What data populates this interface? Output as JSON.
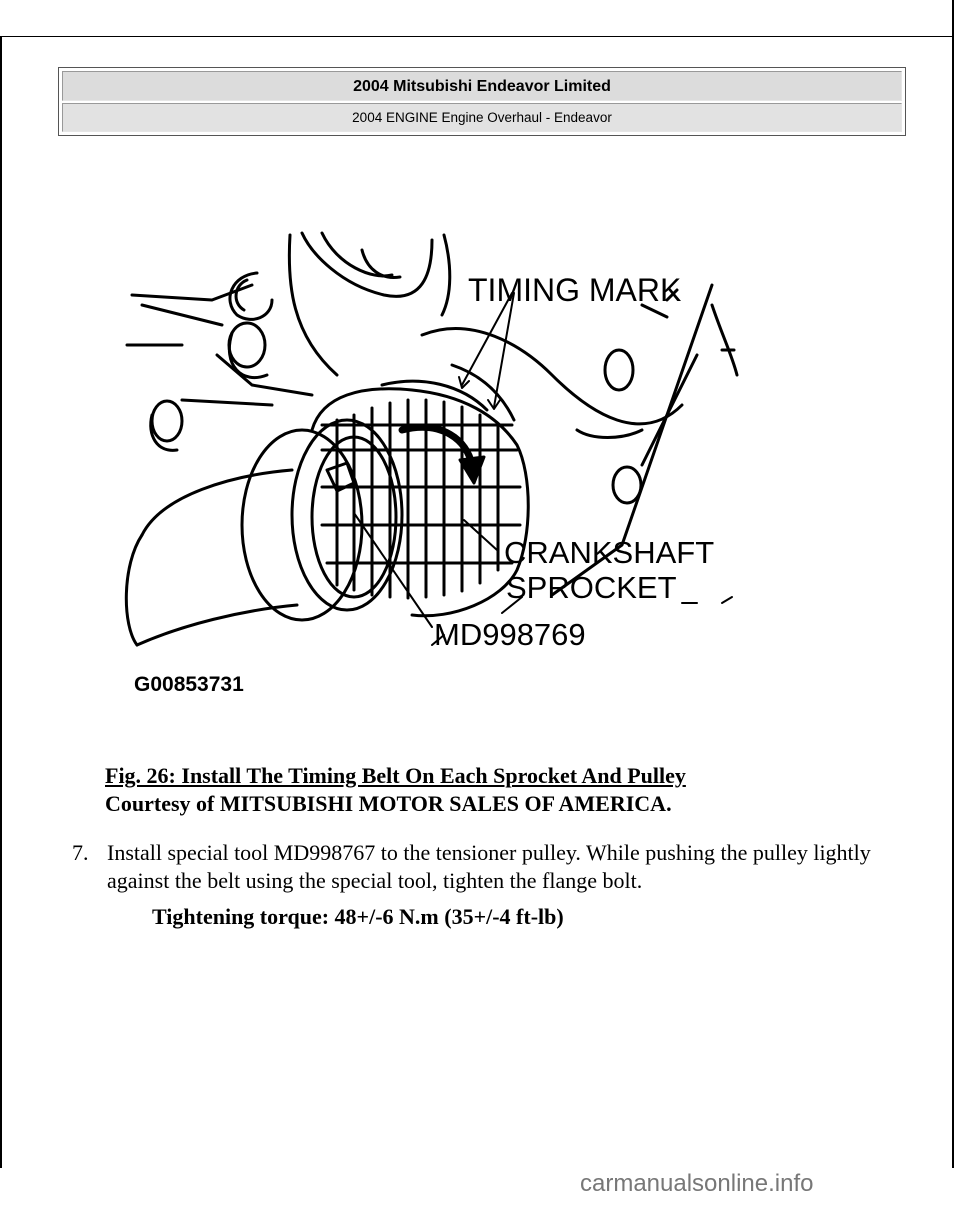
{
  "header": {
    "title": "2004 Mitsubishi Endeavor Limited",
    "subtitle": "2004 ENGINE Engine Overhaul - Endeavor"
  },
  "figure": {
    "labels": {
      "timing_mark": "TIMING MARK",
      "crankshaft_line1": "CRANKSHAFT",
      "crankshaft_line2": "SPROCKET",
      "tool": "MD998769",
      "id": "G00853731"
    }
  },
  "caption": {
    "title": "Fig. 26: Install The Timing Belt On Each Sprocket And Pulley",
    "courtesy": "Courtesy of MITSUBISHI MOTOR SALES OF AMERICA."
  },
  "step": {
    "number": "7.",
    "text": "Install special tool MD998767 to the tensioner pulley. While pushing the pulley lightly against the belt using the special tool, tighten the flange bolt."
  },
  "spec": "Tightening torque: 48+/-6 N.m (35+/-4 ft-lb)",
  "watermark": "carmanualsonline.info"
}
